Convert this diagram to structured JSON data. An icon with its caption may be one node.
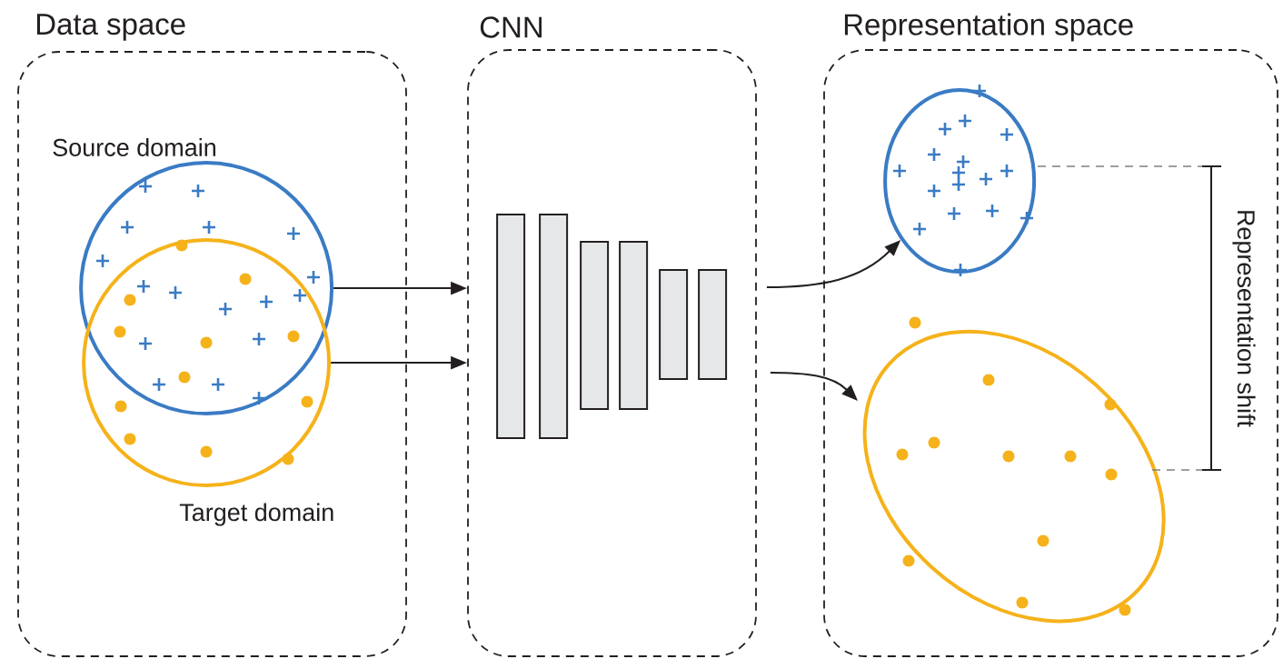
{
  "diagram": {
    "nodes": [
      {
        "text": [
          "Data space"
        ]
      },
      {
        "text": [
          "CNN"
        ]
      },
      {
        "text": [
          "Representation space"
        ]
      },
      {
        "text": [
          "Source domain"
        ],
        "in": 0
      },
      {
        "text": [
          "Target domain"
        ],
        "in": 0
      },
      {
        "text": [],
        "shape": "bar",
        "in": 1
      },
      {
        "text": [],
        "shape": "bar",
        "in": 1
      },
      {
        "text": [],
        "shape": "bar",
        "in": 1
      },
      {
        "text": [],
        "shape": "bar",
        "in": 1
      },
      {
        "text": [],
        "shape": "bar",
        "in": 1
      },
      {
        "text": [],
        "shape": "bar",
        "in": 1
      },
      {
        "text": [],
        "shape": "circle",
        "in": 2
      },
      {
        "text": [],
        "shape": "circle",
        "in": 2
      }
    ],
    "edges": [
      {
        "from": 3,
        "to": 1,
        "arrow": "to"
      },
      {
        "from": 4,
        "to": 1,
        "arrow": "to"
      },
      {
        "from": 1,
        "to": 11,
        "arrow": "to"
      },
      {
        "from": 1,
        "to": 12,
        "arrow": "to"
      }
    ],
    "labels": [
      "Representation shift"
    ]
  }
}
